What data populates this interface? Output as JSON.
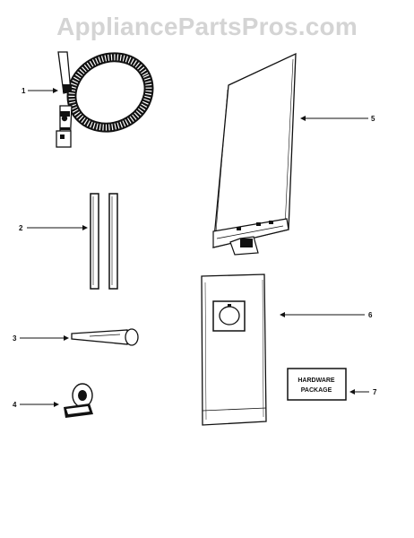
{
  "watermark": "AppliancePartsPros.com",
  "callouts": [
    "1",
    "2",
    "3",
    "4",
    "5",
    "6",
    "7"
  ],
  "hardware_package": {
    "line1": "HARDWARE",
    "line2": "PACKAGE"
  },
  "colors": {
    "ink": "#111111",
    "watermark": "#d4d4d4",
    "background": "#ffffff"
  }
}
